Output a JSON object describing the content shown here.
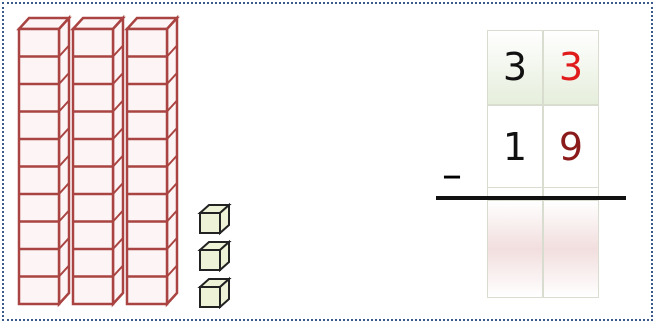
{
  "base_ten_blocks": {
    "ten_rods": 3,
    "unit_cubes": 3,
    "rod_color": "#a94442",
    "rod_fill": "#fdf5f5",
    "cube_color": "#222222",
    "cube_fill": "#eef2d6"
  },
  "subtraction": {
    "operator": "–",
    "minuend": {
      "tens": "3",
      "ones": "3"
    },
    "subtrahend": {
      "tens": "1",
      "ones": "9"
    },
    "colors": {
      "minuend_tens": "#111111",
      "minuend_ones": "#e01b1b",
      "subtrahend_tens": "#111111",
      "subtrahend_ones": "#8b1a1a",
      "header_fill": "#e6eedc",
      "answer_fill": "#f2dede"
    }
  }
}
